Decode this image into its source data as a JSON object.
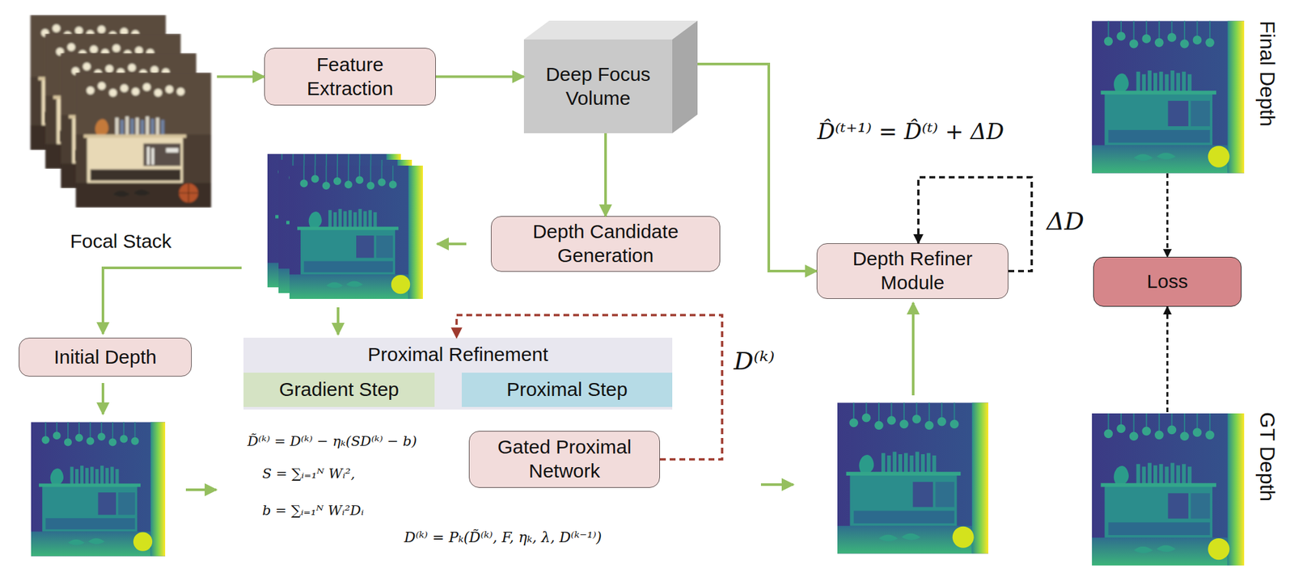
{
  "diagram": {
    "nodes": [
      {
        "text": [
          "Focal Stack"
        ]
      },
      {
        "text": [
          "Feature Extraction"
        ]
      },
      {
        "text": [
          "Deep Focus Volume"
        ]
      },
      {
        "text": [
          "Depth Candidate Generation"
        ]
      },
      {
        "text": [
          "Initial Depth"
        ]
      },
      {
        "text": [
          "Proximal Refinement"
        ]
      },
      {
        "text": [
          "Gradient Step"
        ],
        "in": 5
      },
      {
        "text": [
          "Proximal Step"
        ],
        "in": 5
      },
      {
        "text": [
          "Gated Proximal Network"
        ]
      },
      {
        "text": [
          "Depth Refiner Module"
        ]
      },
      {
        "text": [
          "Final Depth"
        ]
      },
      {
        "text": [
          "Loss"
        ]
      },
      {
        "text": [
          "GT Depth"
        ]
      }
    ],
    "edges": [
      {
        "from": 0,
        "to": 1,
        "arrow": "to"
      },
      {
        "from": 1,
        "to": 2,
        "arrow": "to"
      },
      {
        "from": 2,
        "to": 3,
        "arrow": "to"
      },
      {
        "from": 2,
        "to": 9,
        "arrow": "to"
      },
      {
        "from": 8,
        "to": 5,
        "label": "D⁽ᵏ⁾",
        "arrow": "to"
      },
      {
        "from": 9,
        "to": 9,
        "label": "ΔD",
        "arrow": "to"
      },
      {
        "from": 10,
        "to": 11,
        "arrow": "to"
      },
      {
        "from": 12,
        "to": 11,
        "arrow": "to"
      }
    ],
    "labels": [
      "D̂⁽ᵗ⁺¹⁾ = D̂⁽ᵗ⁾ + ΔD",
      "D̃⁽ᵏ⁾ = D⁽ᵏ⁾ − ηₖ(SD⁽ᵏ⁾ − b)",
      "S = ∑ᵢ₌₁ᴺ Wᵢ²,",
      "b = ∑ᵢ₌₁ᴺ Wᵢ²Dᵢ",
      "D⁽ᵏ⁾ = Pₖ(D̃⁽ᵏ⁾, F, ηₖ, λ, D⁽ᵏ⁻¹⁾)"
    ]
  }
}
